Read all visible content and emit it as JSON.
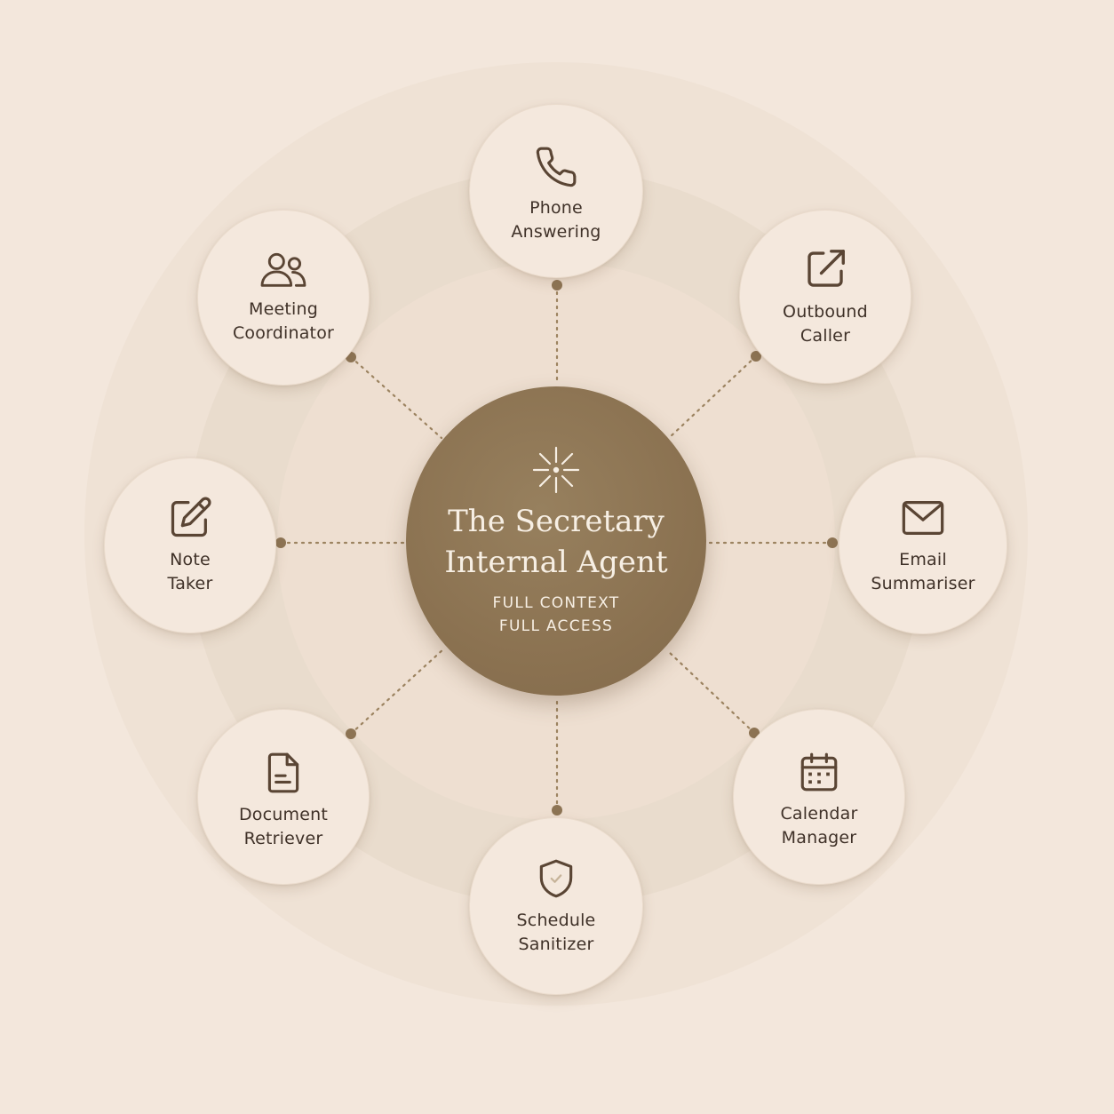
{
  "hub": {
    "title_line1": "The Secretary",
    "title_line2": "Internal Agent",
    "sub_line1": "FULL CONTEXT",
    "sub_line2": "FULL ACCESS",
    "icon": "sparkle-icon"
  },
  "nodes": [
    {
      "id": "phone-answering",
      "line1": "Phone",
      "line2": "Answering",
      "icon": "phone-icon"
    },
    {
      "id": "outbound-caller",
      "line1": "Outbound",
      "line2": "Caller",
      "icon": "external-link-icon"
    },
    {
      "id": "email-summariser",
      "line1": "Email",
      "line2": "Summariser",
      "icon": "envelope-icon"
    },
    {
      "id": "calendar-manager",
      "line1": "Calendar",
      "line2": "Manager",
      "icon": "calendar-icon"
    },
    {
      "id": "schedule-sanitizer",
      "line1": "Schedule",
      "line2": "Sanitizer",
      "icon": "shield-icon"
    },
    {
      "id": "document-retriever",
      "line1": "Document",
      "line2": "Retriever",
      "icon": "document-icon"
    },
    {
      "id": "note-taker",
      "line1": "Note",
      "line2": "Taker",
      "icon": "pencil-square-icon"
    },
    {
      "id": "meeting-coordinator",
      "line1": "Meeting",
      "line2": "Coordinator",
      "icon": "users-icon"
    }
  ],
  "colors": {
    "background": "#f3e7dc",
    "hub": "#8b7251",
    "node": "#f4e8dd",
    "connector": "#9c8360",
    "text": "#3f3128"
  }
}
